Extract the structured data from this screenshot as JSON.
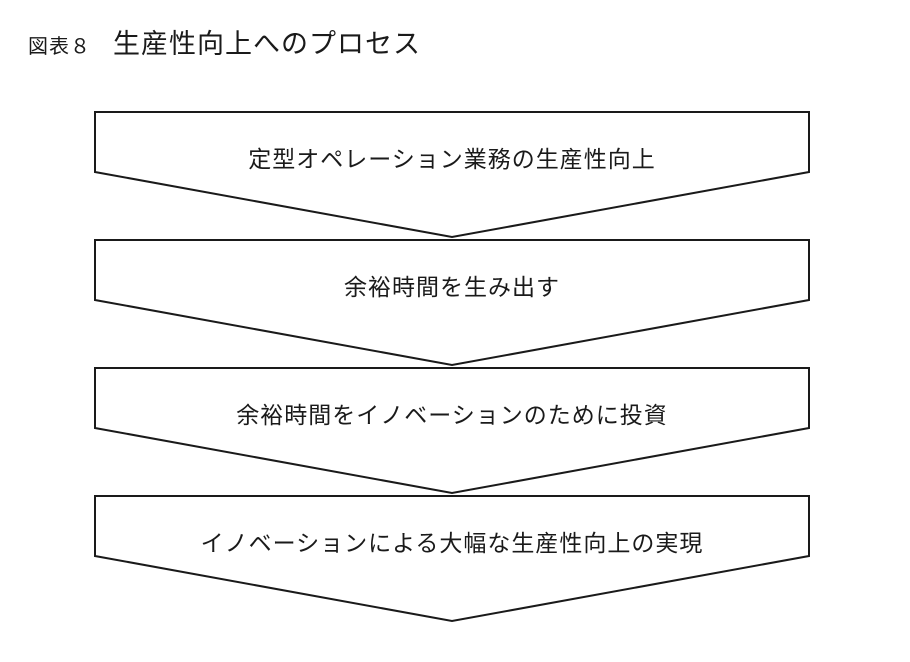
{
  "figure": {
    "label": "図表８",
    "caption": "生産性向上へのプロセス"
  },
  "steps": [
    {
      "label": "定型オペレーション業務の生産性向上"
    },
    {
      "label": "余裕時間を生み出す"
    },
    {
      "label": "余裕時間をイノベーションのために投資"
    },
    {
      "label": "イノベーションによる大幅な生産性向上の実現"
    }
  ]
}
